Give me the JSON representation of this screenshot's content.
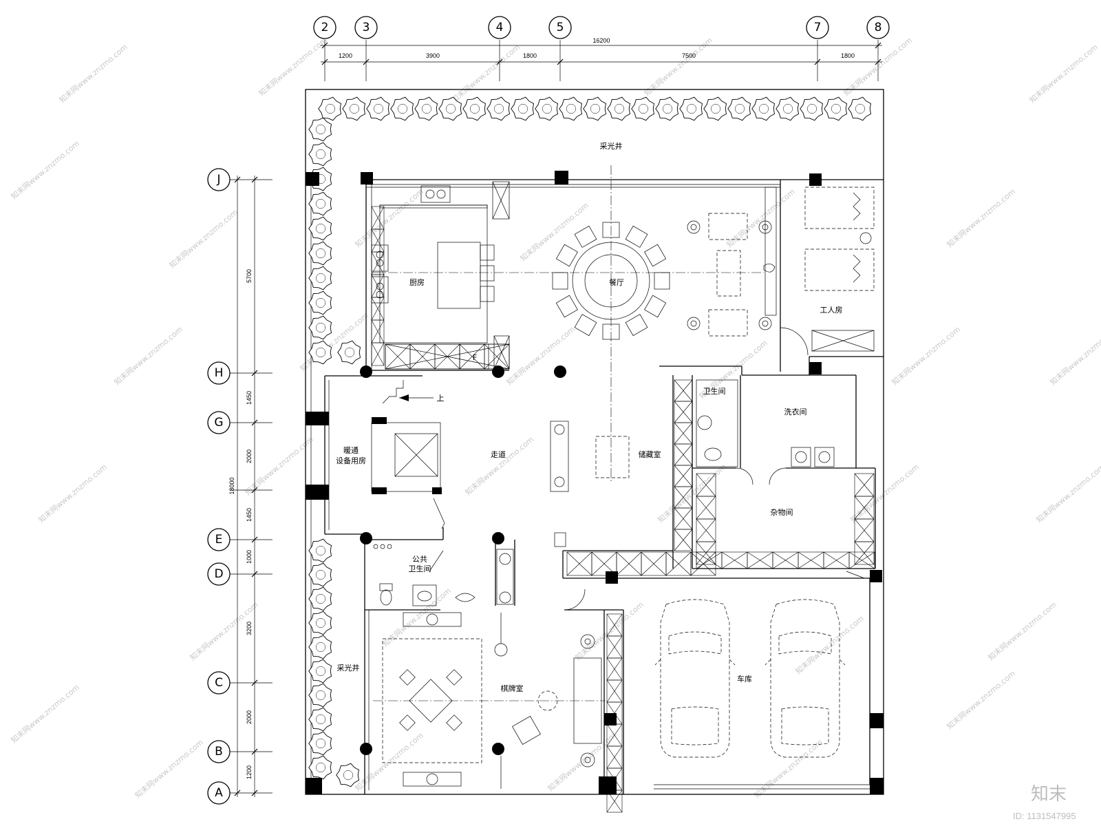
{
  "grid_top": [
    "2",
    "3",
    "4",
    "5",
    "7",
    "8"
  ],
  "grid_left": [
    "J",
    "H",
    "G",
    "E",
    "D",
    "C",
    "B",
    "A"
  ],
  "dims_top": {
    "total": "16200",
    "segments": [
      "1200",
      "3900",
      "1800",
      "7500",
      "1800"
    ]
  },
  "dims_left": {
    "total": "18000",
    "segments": [
      "5700",
      "1450",
      "2000",
      "1450",
      "1000",
      "3200",
      "2000",
      "1200"
    ]
  },
  "rooms": {
    "lightwell_top": "采光井",
    "kitchen": "厨房",
    "dining": "餐厅",
    "staff": "工人房",
    "stair_up": "上",
    "hvac_1": "暖通",
    "hvac_2": "设备用房",
    "corridor": "走道",
    "storage": "储藏室",
    "bath_small": "卫生间",
    "laundry": "洗衣间",
    "sundry": "杂物间",
    "public_wc_1": "公共",
    "public_wc_2": "卫生间",
    "lightwell_side": "采光井",
    "game_room": "棋牌室",
    "garage": "车库",
    "fridge": "F"
  },
  "watermark": "知末网www.znzmo.com",
  "logo": {
    "name": "知末",
    "id": "ID: 1131547995"
  }
}
